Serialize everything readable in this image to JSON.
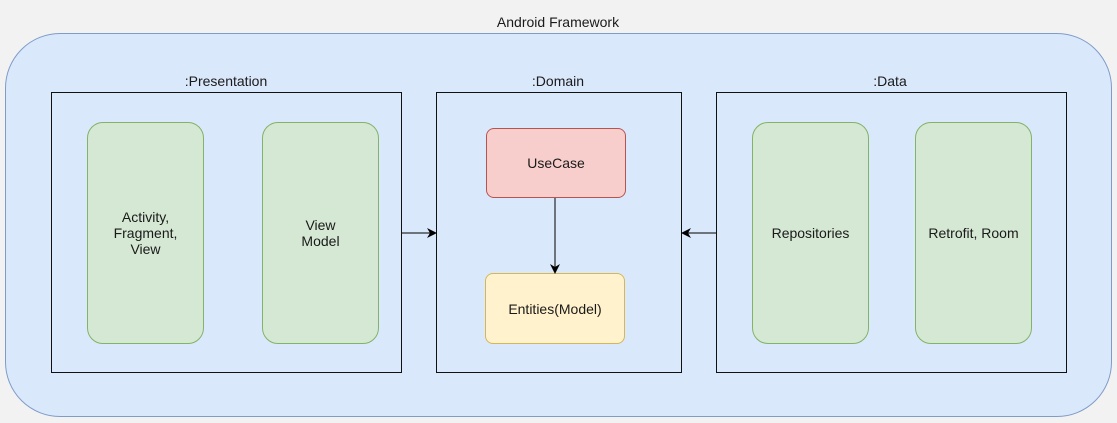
{
  "framework": {
    "title": "Android Framework",
    "fill": "#dae8fc",
    "stroke": "#7f9cc8"
  },
  "layers": {
    "presentation": {
      "title": ":Presentation",
      "nodes": {
        "activity": "Activity,\nFragment,\nView",
        "viewmodel": "View\nModel"
      }
    },
    "domain": {
      "title": ":Domain",
      "nodes": {
        "usecase": "UseCase",
        "entities": "Entities(Model)"
      }
    },
    "data": {
      "title": ":Data",
      "nodes": {
        "repositories": "Repositories",
        "retrofit_room": "Retrofit, Room"
      }
    }
  },
  "edges": [
    {
      "from": ":Presentation",
      "to": ":Domain"
    },
    {
      "from": ":Data",
      "to": ":Domain"
    },
    {
      "from": "UseCase",
      "to": "Entities(Model)"
    }
  ],
  "colors": {
    "green_fill": "#d5e8d4",
    "green_stroke": "#82b366",
    "red_fill": "#f8cecc",
    "red_stroke": "#b85450",
    "yellow_fill": "#fff2cc",
    "yellow_stroke": "#d6b656"
  }
}
